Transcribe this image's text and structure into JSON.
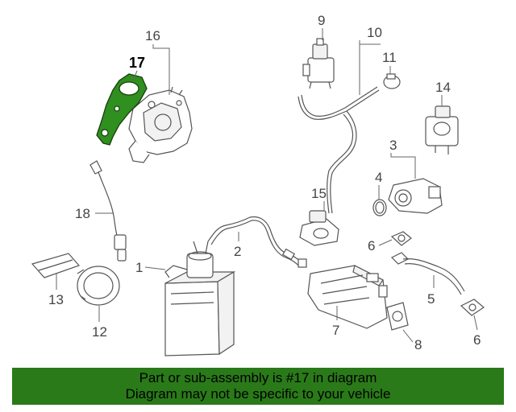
{
  "callouts": {
    "c1": "1",
    "c2": "2",
    "c3": "3",
    "c4": "4",
    "c5": "5",
    "c6a": "6",
    "c6b": "6",
    "c7": "7",
    "c8": "8",
    "c9": "9",
    "c10": "10",
    "c11": "11",
    "c12": "12",
    "c13": "13",
    "c14": "14",
    "c15": "15",
    "c16": "16",
    "c17": "17",
    "c18": "18"
  },
  "highlight": {
    "part_number": "17",
    "color": "#2f8f1f"
  },
  "banner": {
    "line1": "Part or sub-assembly is #17 in diagram",
    "line2": "Diagram may not be specific to your vehicle",
    "background": "#2a7a19"
  }
}
